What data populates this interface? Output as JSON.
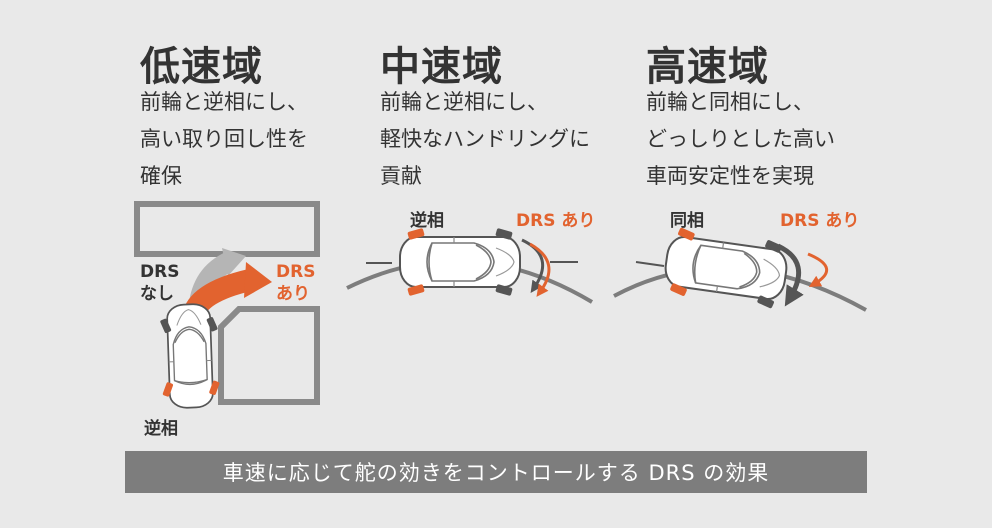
{
  "columns": [
    {
      "title": "低速域",
      "lines": [
        "前輪と逆相にし、",
        "高い取り回し性を",
        "確保"
      ]
    },
    {
      "title": "中速域",
      "lines": [
        "前輪と逆相にし、",
        "軽快なハンドリングに",
        "貢献"
      ]
    },
    {
      "title": "高速域",
      "lines": [
        "前輪と同相にし、",
        "どっしりとした高い",
        "車両安定性を実現"
      ]
    }
  ],
  "low": {
    "drs_off_line1": "DRS",
    "drs_off_line2": "なし",
    "drs_on_line1": "DRS",
    "drs_on_line2": "あり",
    "phase": "逆相"
  },
  "mid": {
    "phase": "逆相",
    "drs_on": "DRS あり"
  },
  "high": {
    "phase": "同相",
    "drs_on": "DRS あり"
  },
  "footer": "車速に応じて舵の効きをコントロールする DRS の効果",
  "colors": {
    "accent": "#e2632f",
    "gray": "#7d7d7d",
    "background": "#e9e9e9"
  }
}
